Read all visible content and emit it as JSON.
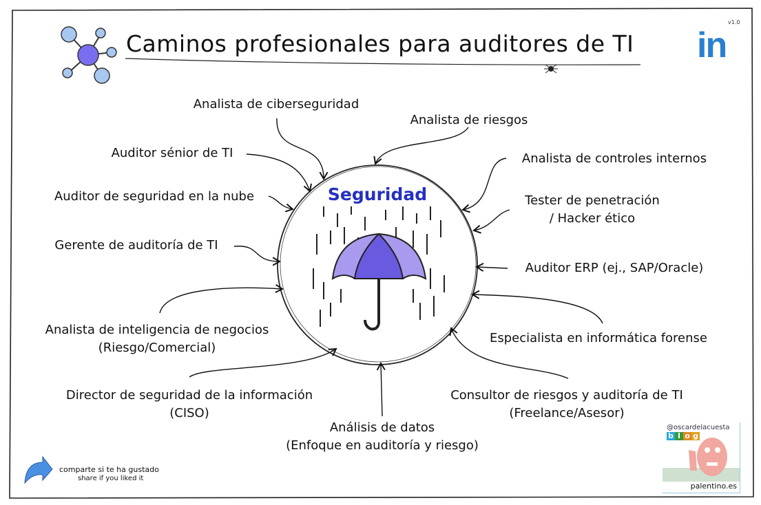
{
  "header": {
    "title": "Caminos profesionales para auditores de TI",
    "version": "v1.0",
    "linkedin_logo": "in"
  },
  "center": {
    "label": "Seguridad",
    "icon": "umbrella-icon"
  },
  "careers": [
    {
      "id": "ciber",
      "label": "Analista de ciberseguridad"
    },
    {
      "id": "riesgos",
      "label": "Analista de riesgos"
    },
    {
      "id": "senior",
      "label": "Auditor sénior de TI"
    },
    {
      "id": "controles",
      "label": "Analista de controles internos"
    },
    {
      "id": "nube",
      "label": "Auditor de seguridad en la nube"
    },
    {
      "id": "tester",
      "label": "Tester de penetración",
      "sub": "/ Hacker ético"
    },
    {
      "id": "gerente",
      "label": "Gerente de auditoría de TI"
    },
    {
      "id": "erp",
      "label": "Auditor ERP (ej., SAP/Oracle)"
    },
    {
      "id": "bi",
      "label": "Analista de inteligencia de negocios",
      "sub": "(Riesgo/Comercial)"
    },
    {
      "id": "forense",
      "label": "Especialista en informática forense"
    },
    {
      "id": "ciso",
      "label": "Director de seguridad de la información",
      "sub": "(CISO)"
    },
    {
      "id": "consultor",
      "label": "Consultor de riesgos y auditoría de TI",
      "sub": "(Freelance/Asesor)"
    },
    {
      "id": "datos",
      "label": "Análisis de datos",
      "sub": "(Enfoque en auditoría y riesgo)"
    }
  ],
  "footer": {
    "share_es": "comparte si te ha gustado",
    "share_en": "share if you liked it",
    "blog_handle": "@oscardelacuesta",
    "blog_letters": [
      "b",
      "l",
      "o",
      "g"
    ],
    "blog_site": "palentino.es"
  },
  "colors": {
    "accent": "#2530c0",
    "umbrella": "#a99af0",
    "umbrella_dark": "#6a5ae0",
    "node": "#a8c8f0",
    "linkedin": "#2b7fd0"
  }
}
